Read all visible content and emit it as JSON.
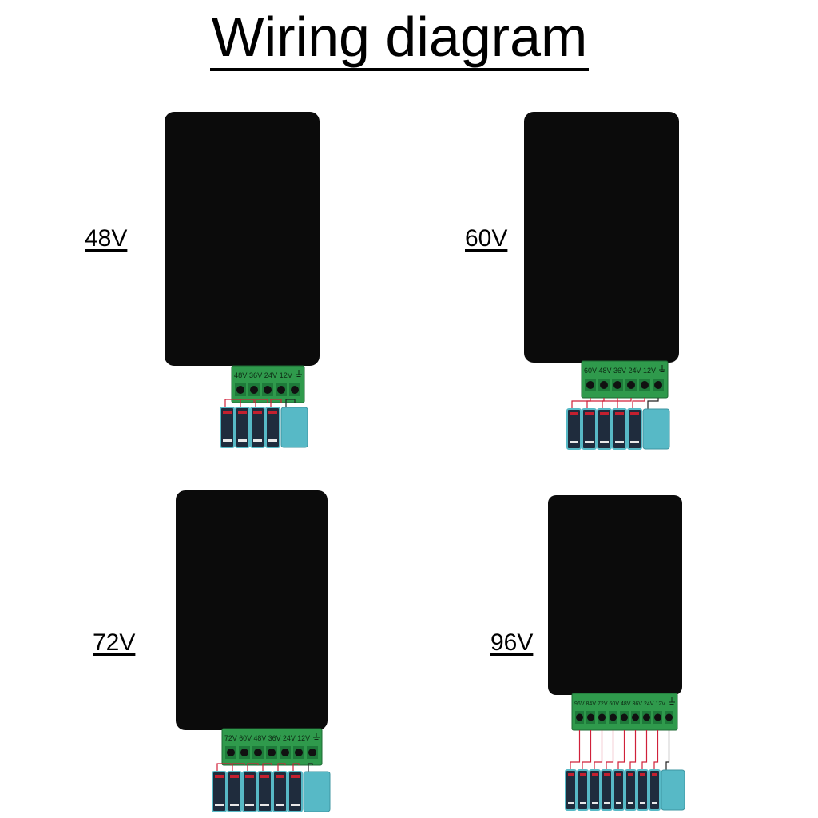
{
  "title": "Wiring diagram",
  "diagrams": [
    {
      "voltage": "48V",
      "terminal_text": "48V 36V 24V 12V",
      "batteries": 4
    },
    {
      "voltage": "60V",
      "terminal_text": "60V 48V 36V 24V 12V",
      "batteries": 5
    },
    {
      "voltage": "72V",
      "terminal_text": "72V 60V 48V 36V 24V 12V",
      "batteries": 6
    },
    {
      "voltage": "96V",
      "terminal_text": "96V 84V 72V 60V 48V 36V 24V 12V",
      "batteries": 8
    }
  ],
  "colors": {
    "panel": "#0b0b0b",
    "terminal": "#2f9a4c",
    "battery_body": "#1f2c3d",
    "battery_cap": "#57b9c6",
    "wire_red": "#d0213a",
    "wire_black": "#222222"
  },
  "icons": {
    "ground": "ground-icon"
  }
}
